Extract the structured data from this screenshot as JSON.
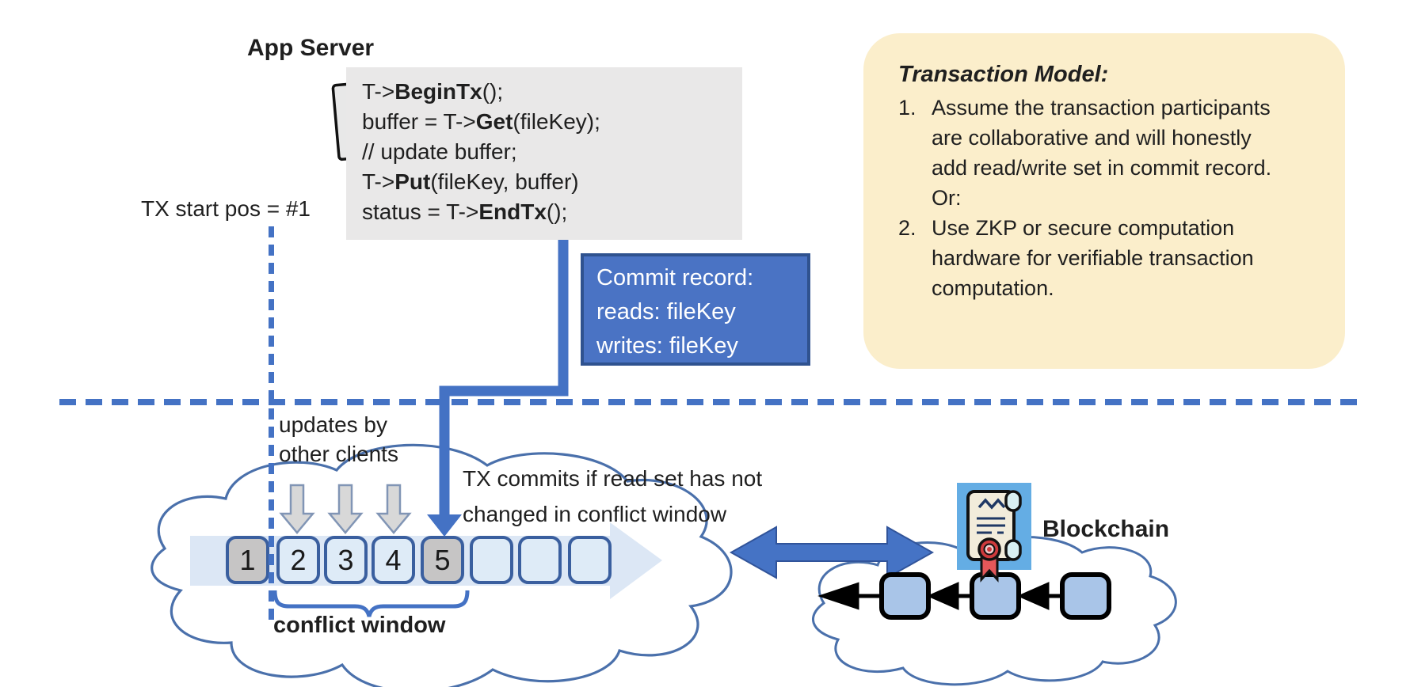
{
  "app_server": {
    "label": "App Server"
  },
  "code_block": {
    "lines": [
      {
        "pre": "T->",
        "bold": "BeginTx",
        "post": "();"
      },
      {
        "pre": "buffer = T->",
        "bold": "Get",
        "post": "(fileKey);"
      },
      {
        "pre": "// update buffer;",
        "bold": "",
        "post": ""
      },
      {
        "pre": "T->",
        "bold": "Put",
        "post": "(fileKey, buffer)"
      },
      {
        "pre": "status = T->",
        "bold": "EndTx",
        "post": "();"
      }
    ]
  },
  "tx_start": {
    "label": "TX start pos = #1"
  },
  "commit_record": {
    "line1": "Commit record:",
    "line2": "reads: fileKey",
    "line3": "writes: fileKey"
  },
  "transaction_model": {
    "title": "Transaction Model:",
    "items": [
      {
        "num": "1.",
        "text": "Assume the transaction participants are collaborative and will honestly add read/write set in commit record.  Or:"
      },
      {
        "num": "2.",
        "text": "Use ZKP or secure computation hardware for verifiable transaction computation."
      }
    ]
  },
  "timeline": {
    "updates_label": "updates by other clients",
    "commit_note": "TX commits if read set has not changed in conflict window",
    "conflict_window_label": "conflict window",
    "blocks": [
      {
        "label": "1",
        "state": "outside-window"
      },
      {
        "label": "2",
        "state": "in-window"
      },
      {
        "label": "3",
        "state": "in-window"
      },
      {
        "label": "4",
        "state": "in-window"
      },
      {
        "label": "5",
        "state": "commit-position"
      },
      {
        "label": "",
        "state": "future"
      },
      {
        "label": "",
        "state": "future"
      },
      {
        "label": "",
        "state": "future"
      }
    ]
  },
  "blockchain": {
    "label": "Blockchain",
    "chain_block_count": 3
  },
  "icons": {
    "app_server_icon": "server-tower",
    "blockchain_icon": "certificate-scroll"
  },
  "colors": {
    "accent_blue": "#4472C4",
    "dark_blue_border": "#2F528F",
    "note_bg": "#FBEECB",
    "code_bg": "#E9E8E8",
    "block_border": "#3A5F9F",
    "block_light": "#DEEBF7",
    "block_gray": "#C6C5C5",
    "band": "#DCE7F5",
    "chain_block": "#A9C5E8",
    "cloud_stroke": "#4A70AB",
    "icon_bg": "#64ADE4"
  }
}
